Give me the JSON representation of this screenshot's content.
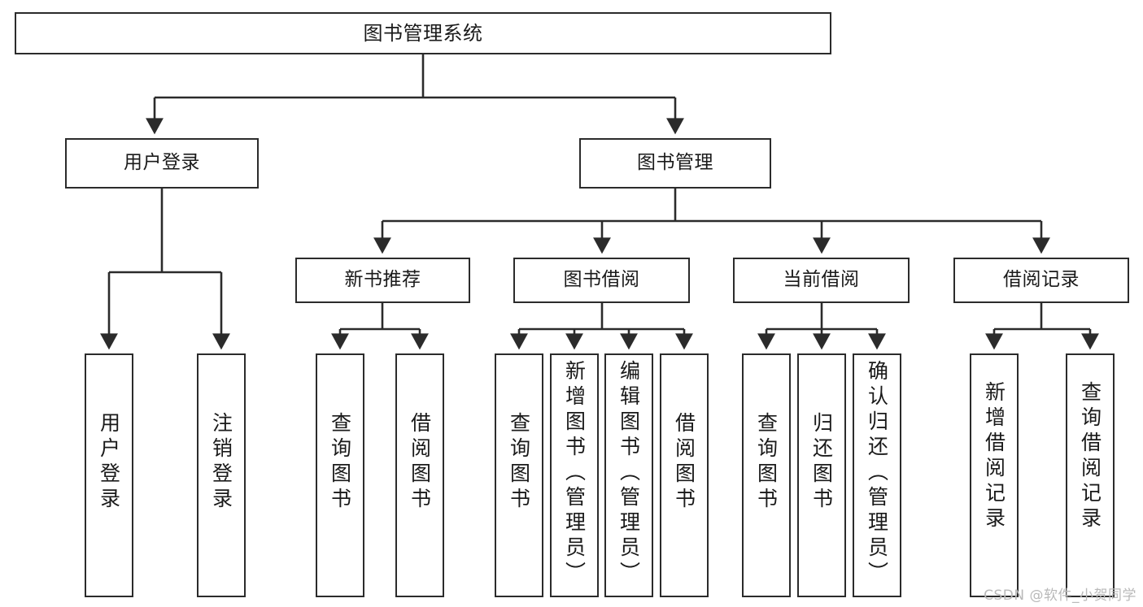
{
  "diagram": {
    "title": "图书管理系统",
    "watermark": "CSDN @软件_小贺同学",
    "colors": {
      "stroke": "#2b2b2b",
      "fill": "#ffffff",
      "text": "#1a1a1a",
      "watermark": "#b9b9b9"
    },
    "nodes": {
      "root": {
        "label": "图书管理系统"
      },
      "level2": [
        {
          "id": "user-login",
          "label": "用户登录"
        },
        {
          "id": "book-manage",
          "label": "图书管理"
        }
      ],
      "level3": [
        {
          "id": "new-book-recommend",
          "label": "新书推荐"
        },
        {
          "id": "book-borrow",
          "label": "图书借阅"
        },
        {
          "id": "current-borrow",
          "label": "当前借阅"
        },
        {
          "id": "borrow-record",
          "label": "借阅记录"
        }
      ],
      "leaves": {
        "user-login": [
          {
            "id": "leaf-user-login",
            "label": "用户登录"
          },
          {
            "id": "leaf-logout-login",
            "label": "注销登录"
          }
        ],
        "new-book-recommend": [
          {
            "id": "leaf-query-book-1",
            "label": "查询图书"
          },
          {
            "id": "leaf-borrow-book-1",
            "label": "借阅图书"
          }
        ],
        "book-borrow": [
          {
            "id": "leaf-query-book-2",
            "label": "查询图书"
          },
          {
            "id": "leaf-add-book",
            "label": "新增图书（管理员）"
          },
          {
            "id": "leaf-edit-book",
            "label": "编辑图书（管理员）"
          },
          {
            "id": "leaf-borrow-book-2",
            "label": "借阅图书"
          }
        ],
        "current-borrow": [
          {
            "id": "leaf-query-book-3",
            "label": "查询图书"
          },
          {
            "id": "leaf-return-book",
            "label": "归还图书"
          },
          {
            "id": "leaf-confirm-return",
            "label": "确认归还（管理员）"
          }
        ],
        "borrow-record": [
          {
            "id": "leaf-add-record",
            "label": "新增借阅记录"
          },
          {
            "id": "leaf-query-record",
            "label": "查询借阅记录"
          }
        ]
      }
    }
  }
}
